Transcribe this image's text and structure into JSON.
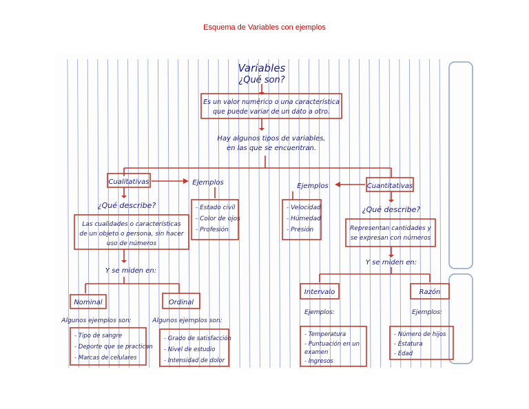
{
  "page_title": "Esquema de Variables con ejemplos",
  "colors": {
    "ink_blue": "#1a1a7a",
    "ink_red": "#c0392b",
    "title_red": "#cc0000",
    "rule_lines": "#9aa6d8",
    "margin_lines": "#8fa0c8"
  },
  "diagram": {
    "root_title": "Variables",
    "root_question": "¿Qué son?",
    "root_def_1": "Es un valor numérico o una característica",
    "root_def_2": "que puede variar de un dato a otro.",
    "types_1": "Hay algunos tipos de variables,",
    "types_2": "en las que se encuentran.",
    "qual": {
      "title": "Cualitativas",
      "examples_label": "Ejemplos",
      "examples": [
        "- Estado civil",
        "- Color de ojos",
        "- Profesión"
      ],
      "question": "¿Qué describe?",
      "desc_1": "Las cualidades o características",
      "desc_2": "de un objeto o persona, sin hacer",
      "desc_3": "uso de números",
      "measured": "Y se miden en:",
      "nominal": {
        "title": "Nominal",
        "intro": "Algunos ejemplos son:",
        "examples": [
          "- Tipo de sangre",
          "- Deporte que se practican",
          "- Marcas de celulares"
        ]
      },
      "ordinal": {
        "title": "Ordinal",
        "intro": "Algunos ejemplos son:",
        "examples": [
          "- Grado de satisfacción",
          "- Nivel de estudio",
          "- Intensidad de dolor"
        ]
      }
    },
    "quant": {
      "title": "Cuantitativas",
      "examples_label": "Ejemplos",
      "examples": [
        "- Velocidad",
        "- Húmedad",
        "- Presión"
      ],
      "question": "¿Qué describe?",
      "desc_1": "Representan cantidades y",
      "desc_2": "se expresan con números",
      "measured": "Y se miden en:",
      "intervalo": {
        "title": "Intervalo",
        "intro": "Ejemplos:",
        "examples": [
          "- Temperatura",
          "- Puntuación en un",
          "  examen",
          "- Ingresos"
        ]
      },
      "razon": {
        "title": "Razón",
        "intro": "Ejemplos:",
        "examples": [
          "- Número de hijos",
          "- Estatura",
          "- Edad"
        ]
      }
    }
  }
}
